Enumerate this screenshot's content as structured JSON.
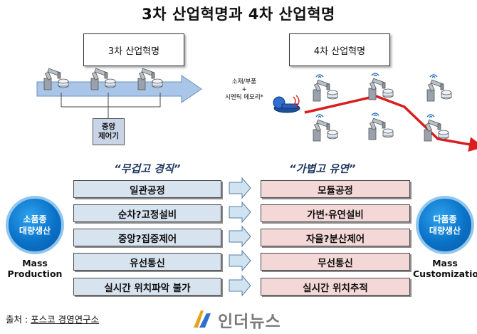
{
  "title": "3차 산업혁명과 4차 산업혁명",
  "third": {
    "label": "3차 산업혁명",
    "control_line1": "중앙",
    "control_line2": "제어기"
  },
  "fourth": {
    "label": "4차 산업혁명"
  },
  "materials": {
    "line1": "소재/부품",
    "line2": "+",
    "line3": "시멘틱 메모리*"
  },
  "comparison": {
    "left_heading": "“무겁고 경직”",
    "right_heading": "“가볍고 유연”",
    "left_items": [
      "일관공정",
      "순차?고정설비",
      "중앙?집중제어",
      "유선통신",
      "실시간 위치파악 불가"
    ],
    "right_items": [
      "모듈공정",
      "가변·유연설비",
      "자율?분산제어",
      "무선통신",
      "실시간 위치추적"
    ]
  },
  "mass_production": {
    "circle_line1": "소품종",
    "circle_line2": "대량생산",
    "caption_line1": "Mass",
    "caption_line2": "Production"
  },
  "mass_customization": {
    "circle_line1": "다품종",
    "circle_line2": "대량생산",
    "caption_line1": "Mass",
    "caption_line2": "Customizatio"
  },
  "source": {
    "prefix": "출처 : ",
    "org": "포스코 경영연구소"
  },
  "logo": {
    "text": "인더뉴스"
  },
  "colors": {
    "blue_arrow": "#a9c6e8",
    "red_arrow": "#d81e1e",
    "circle_blue": "#0a72c7",
    "left_row": "#d8e3f0",
    "right_row": "#f4d8d8"
  }
}
